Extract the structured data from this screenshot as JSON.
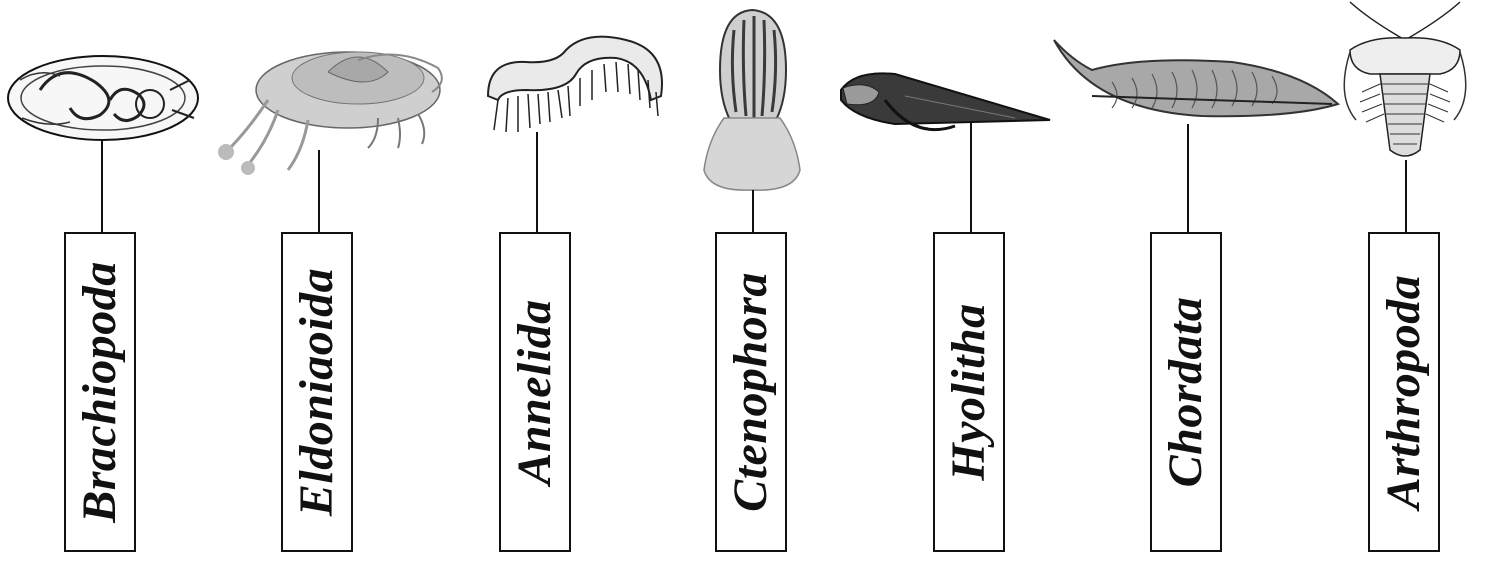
{
  "taxa": [
    {
      "label": "Brachiopoda",
      "icon": "brachiopod-shell-icon"
    },
    {
      "label": "Eldoniaoida",
      "icon": "eldonia-disc-icon"
    },
    {
      "label": "Annelida",
      "icon": "annelid-worm-icon"
    },
    {
      "label": "Ctenophora",
      "icon": "comb-jelly-icon"
    },
    {
      "label": "Hyolitha",
      "icon": "hyolith-cone-icon"
    },
    {
      "label": "Chordata",
      "icon": "chordate-fish-icon"
    },
    {
      "label": "Arthropoda",
      "icon": "trilobite-icon"
    }
  ],
  "colors": {
    "line": "#111111",
    "fill_light": "#d9d9d9",
    "fill_mid": "#a8a8a8",
    "fill_dark": "#3a3a3a"
  }
}
